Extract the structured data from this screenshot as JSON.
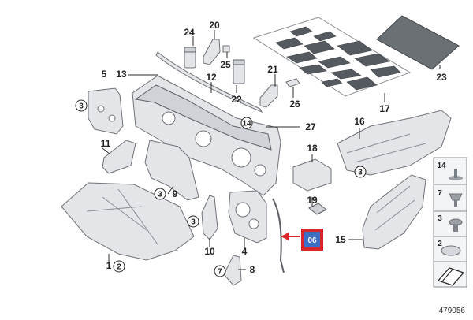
{
  "diagram": {
    "image_id_label": "479056",
    "highlight_label": "06",
    "labels": {
      "p1": "1",
      "p2": "2",
      "p3a": "3",
      "p3b": "3",
      "p3c": "3",
      "p3d": "3",
      "p4": "4",
      "p5": "5",
      "p6": "6",
      "p7": "7",
      "p8": "8",
      "p9": "9",
      "p10": "10",
      "p11": "11",
      "p12": "12",
      "p13": "13",
      "p14": "14",
      "p15": "15",
      "p16": "16",
      "p17": "17",
      "p18": "18",
      "p19": "19",
      "p20": "20",
      "p21": "21",
      "p22": "22",
      "p23": "23",
      "p24": "24",
      "p25": "25",
      "p26": "26",
      "p27": "27"
    },
    "legend_tiles": [
      "14",
      "7",
      "3",
      "2"
    ],
    "colors": {
      "highlight_fill": "#3b6fc4",
      "highlight_border": "#d8262b",
      "arrow": "#d8262b"
    }
  }
}
